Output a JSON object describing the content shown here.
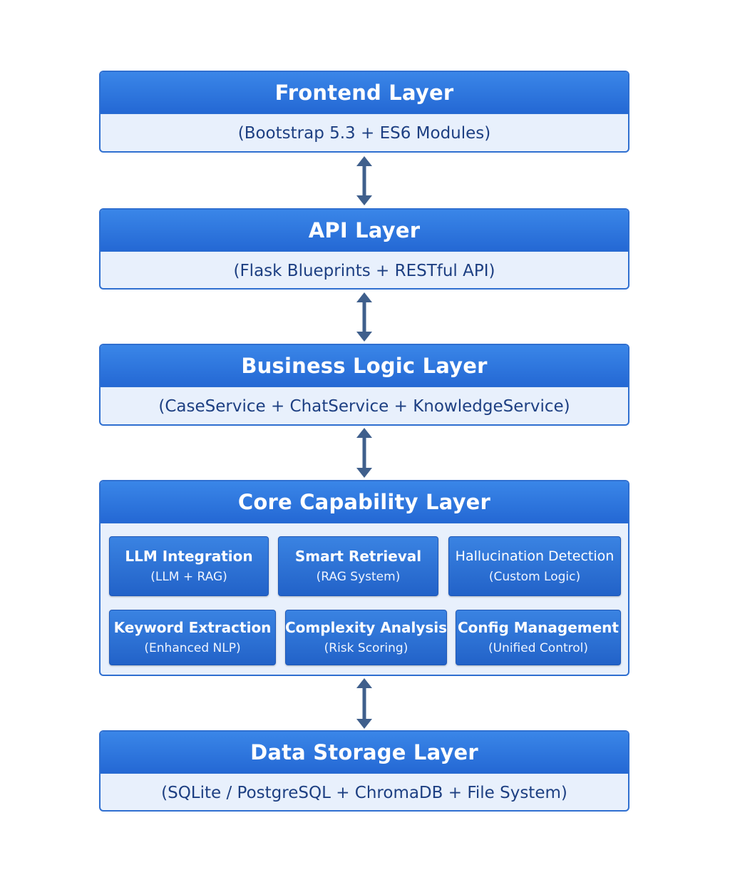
{
  "layers": {
    "frontend": {
      "title": "Frontend Layer",
      "subtitle": "(Bootstrap 5.3 + ES6 Modules)"
    },
    "api": {
      "title": "API Layer",
      "subtitle": "(Flask Blueprints + RESTful API)"
    },
    "business": {
      "title": "Business Logic Layer",
      "subtitle": "(CaseService + ChatService + KnowledgeService)"
    },
    "core": {
      "title": "Core Capability Layer",
      "capabilities": [
        {
          "title": "LLM Integration",
          "subtitle": "(LLM + RAG)"
        },
        {
          "title": "Smart Retrieval",
          "subtitle": "(RAG System)"
        },
        {
          "title": "Hallucination Detection",
          "subtitle": "(Custom Logic)"
        },
        {
          "title": "Keyword Extraction",
          "subtitle": "(Enhanced NLP)"
        },
        {
          "title": "Complexity Analysis",
          "subtitle": "(Risk Scoring)"
        },
        {
          "title": "Config Management",
          "subtitle": "(Unified Control)"
        }
      ]
    },
    "storage": {
      "title": "Data Storage Layer",
      "subtitle": "(SQLite / PostgreSQL + ChromaDB + File System)"
    }
  },
  "colors": {
    "header": "#2a72dc",
    "body": "#e8f0fc",
    "text_dark": "#1d3f82",
    "arrow": "#3f5f8c"
  },
  "icons": {
    "connector": "double-arrow-vertical-icon"
  }
}
